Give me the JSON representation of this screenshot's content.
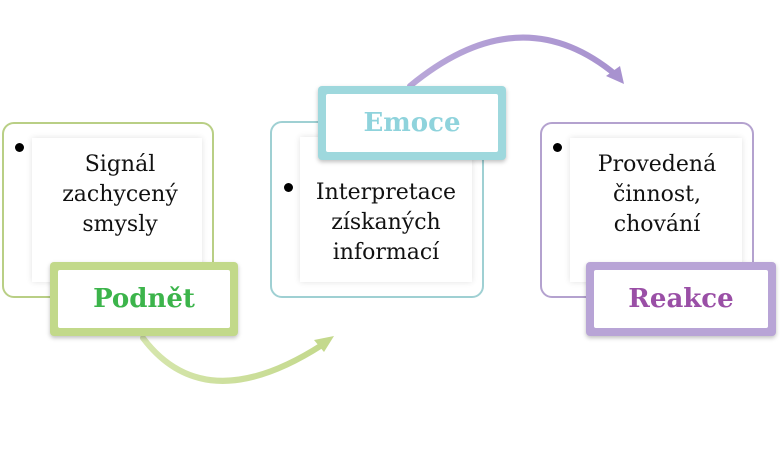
{
  "colors": {
    "green_stage": "#c2d98a",
    "green_text": "#3cb44b",
    "teal_stage": "#9ed8dd",
    "teal_text": "#8fd3dc",
    "purple_stage": "#b8a4d6",
    "purple_text": "#9a4fa6"
  },
  "stages": [
    {
      "label": "Podnět",
      "description_lines": [
        "Signál",
        "zachycený",
        "smysly"
      ]
    },
    {
      "label": "Emoce",
      "description_lines": [
        "Interpretace",
        "získaných",
        "informací"
      ]
    },
    {
      "label": "Reakce",
      "description_lines": [
        "Provedená",
        "činnost,",
        "chování"
      ]
    }
  ]
}
